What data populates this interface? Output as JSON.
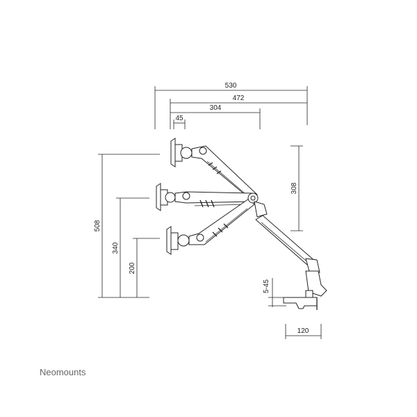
{
  "brand": "Neomounts",
  "dimensions": {
    "total_reach": "530",
    "reach_472": "472",
    "reach_304": "304",
    "offset_45": "45",
    "height_508": "508",
    "height_340": "340",
    "height_200": "200",
    "height_308": "308",
    "clamp_range": "5-45",
    "base_width": "120"
  },
  "colors": {
    "line": "#222222",
    "brand_text": "#666666"
  }
}
